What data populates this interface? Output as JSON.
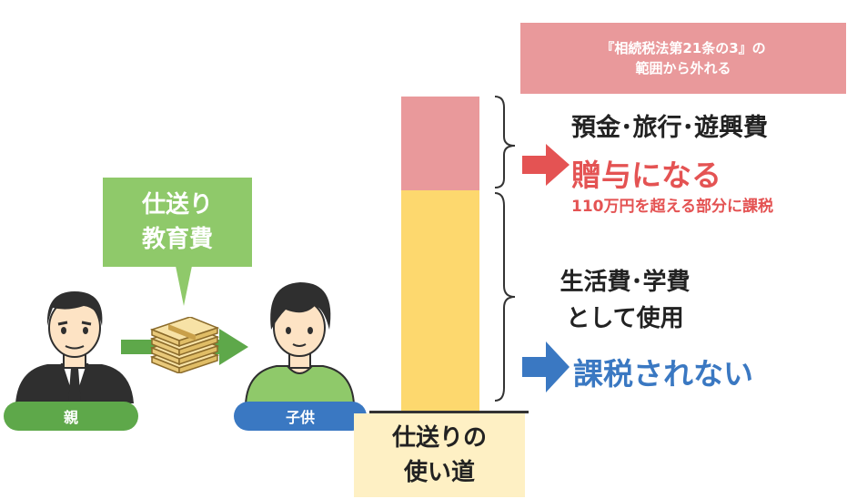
{
  "notice": {
    "line1": "『相続税法第21条の3』の",
    "line2": "範囲から外れる"
  },
  "bubble": {
    "line1": "仕送り",
    "line2": "教育費"
  },
  "parent_label": "親",
  "child_label": "子供",
  "bar_caption": {
    "line1": "仕送りの",
    "line2": "使い道"
  },
  "upper_use": "預金･旅行･遊興費",
  "gift_result": "贈与になる",
  "gift_note": "110万円を超える部分に課税",
  "lower_use": {
    "line1": "生活費･学費",
    "line2": "として使用"
  },
  "no_tax_result": "課税されない",
  "colors": {
    "pink": "#e9999b",
    "red": "#e45353",
    "yellow": "#fdd86e",
    "green": "#5ea84a",
    "blue": "#3a78c2"
  }
}
